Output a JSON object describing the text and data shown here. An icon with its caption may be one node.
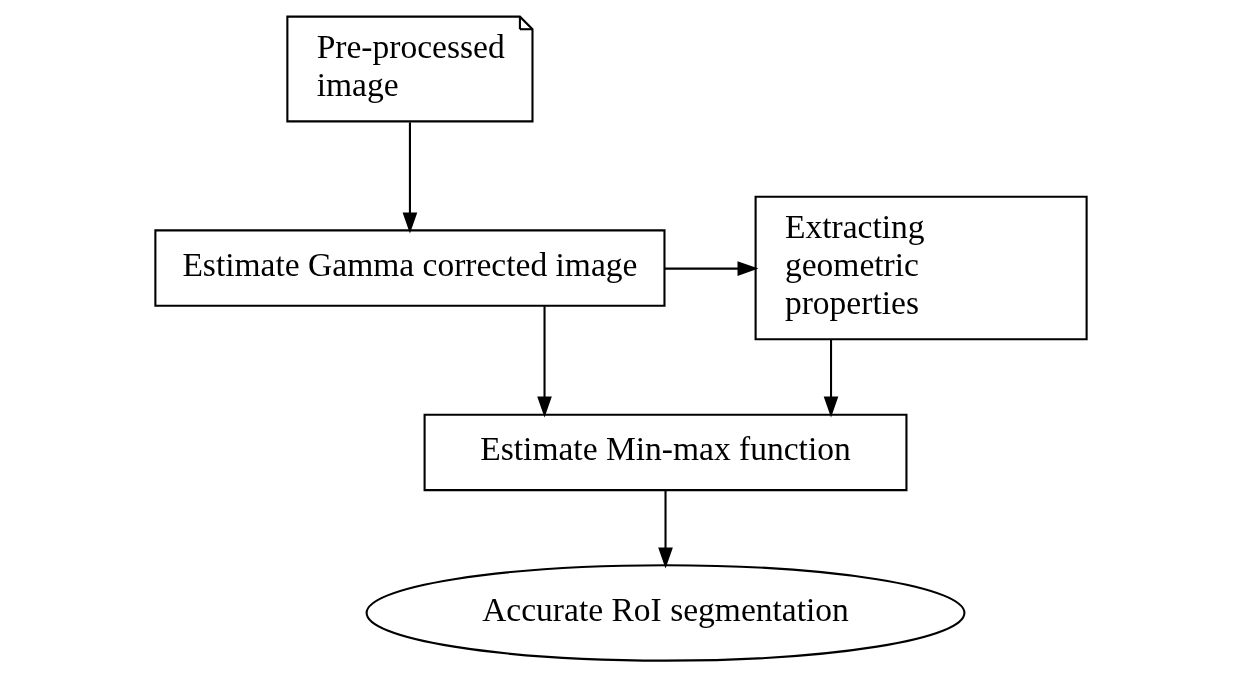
{
  "diagram": {
    "nodes": [
      {
        "text": [
          "Pre-processed image"
        ]
      },
      {
        "text": [
          "Estimate Gamma corrected image"
        ]
      },
      {
        "text": [
          "Extracting geometric properties"
        ]
      },
      {
        "text": [
          "Estimate Min-max function"
        ]
      },
      {
        "text": [
          "Accurate RoI segmentation"
        ]
      }
    ],
    "edges": [
      {
        "from": 0,
        "to": 1,
        "arrow": "to"
      },
      {
        "from": 1,
        "to": 3,
        "arrow": "to"
      },
      {
        "from": 1,
        "to": 2,
        "arrow": "to"
      },
      {
        "from": 2,
        "to": 3,
        "arrow": "to"
      },
      {
        "from": 3,
        "to": 4,
        "arrow": "to"
      }
    ]
  }
}
